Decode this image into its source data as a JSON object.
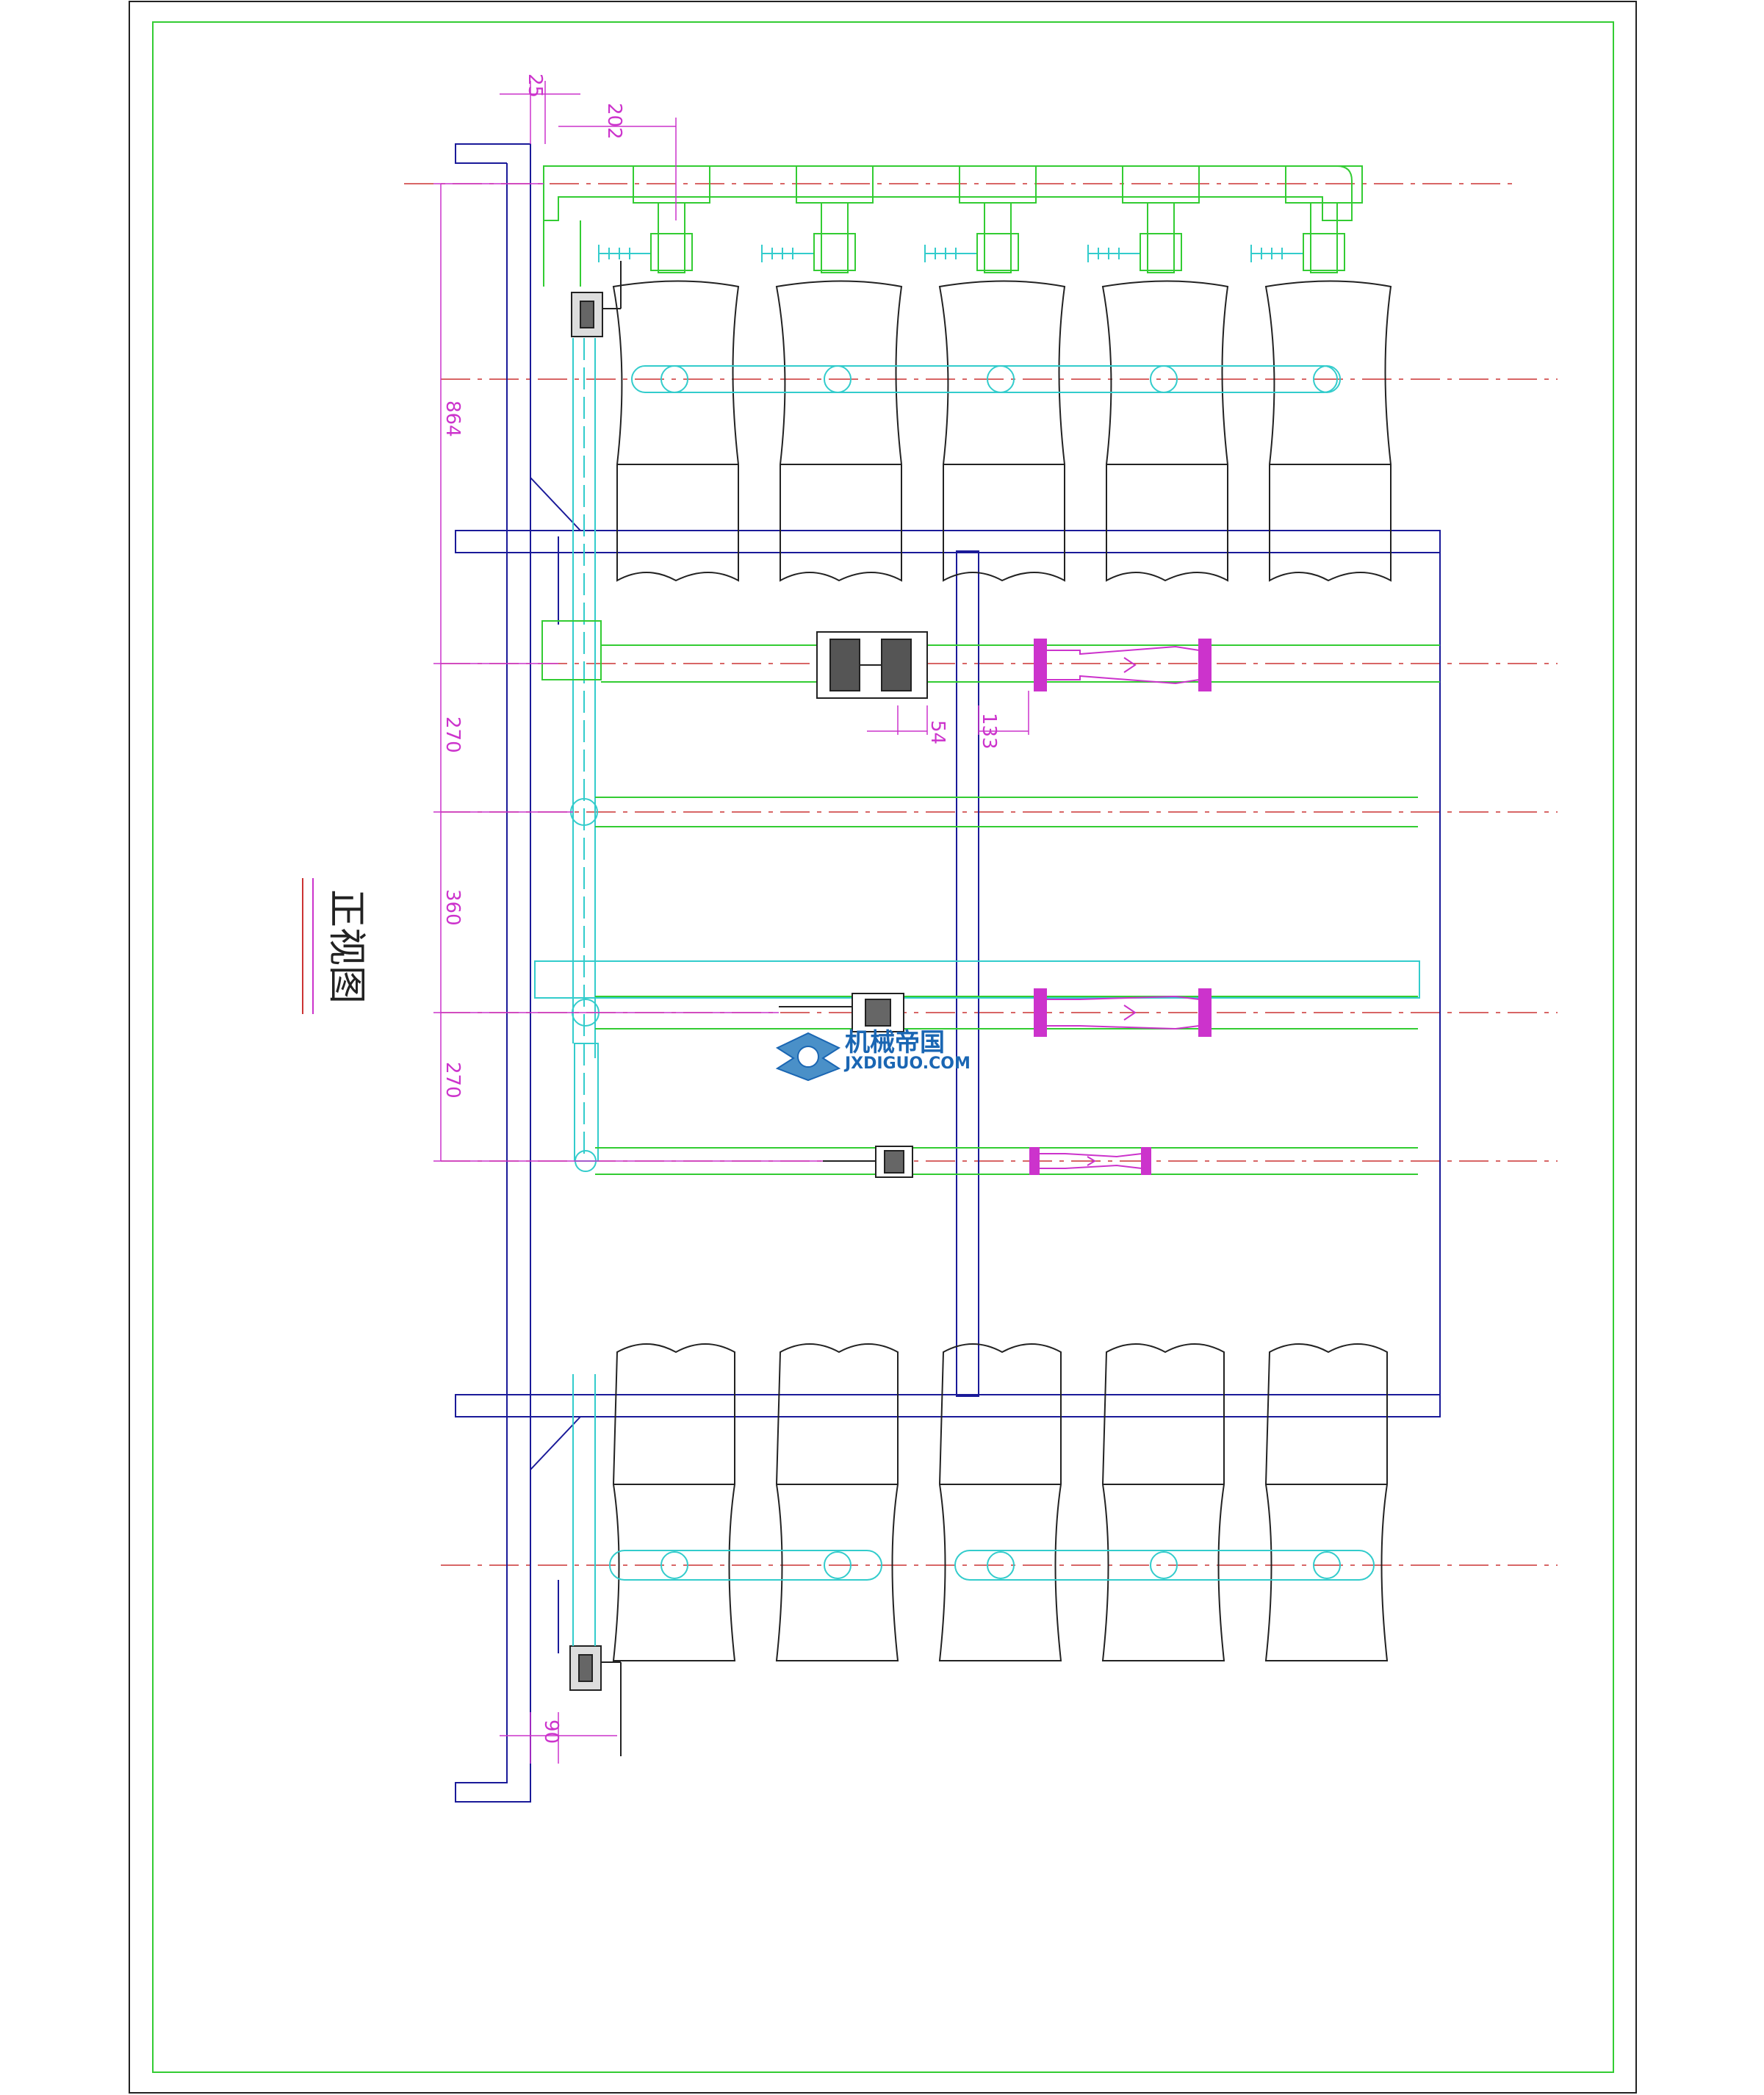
{
  "drawing": {
    "view_title": "正视图",
    "dimensions": {
      "top_gap": "25",
      "top_offset": "202",
      "upper_height": "864",
      "row_spacing_1": "270",
      "row_spacing_2": "360",
      "row_spacing_3": "270",
      "valve_offset": "54",
      "flowmeter_offset": "133",
      "bottom_offset": "90"
    },
    "watermark": {
      "name": "机械帝国",
      "domain": "JXDIGUO.COM"
    }
  },
  "colors": {
    "frame": "#33cc33",
    "structure": "#1a1a99",
    "pipe_green": "#33cc33",
    "pipe_cyan": "#33cccc",
    "centerline": "#cc3333",
    "dimension": "#cc33cc",
    "outline": "#222222"
  }
}
